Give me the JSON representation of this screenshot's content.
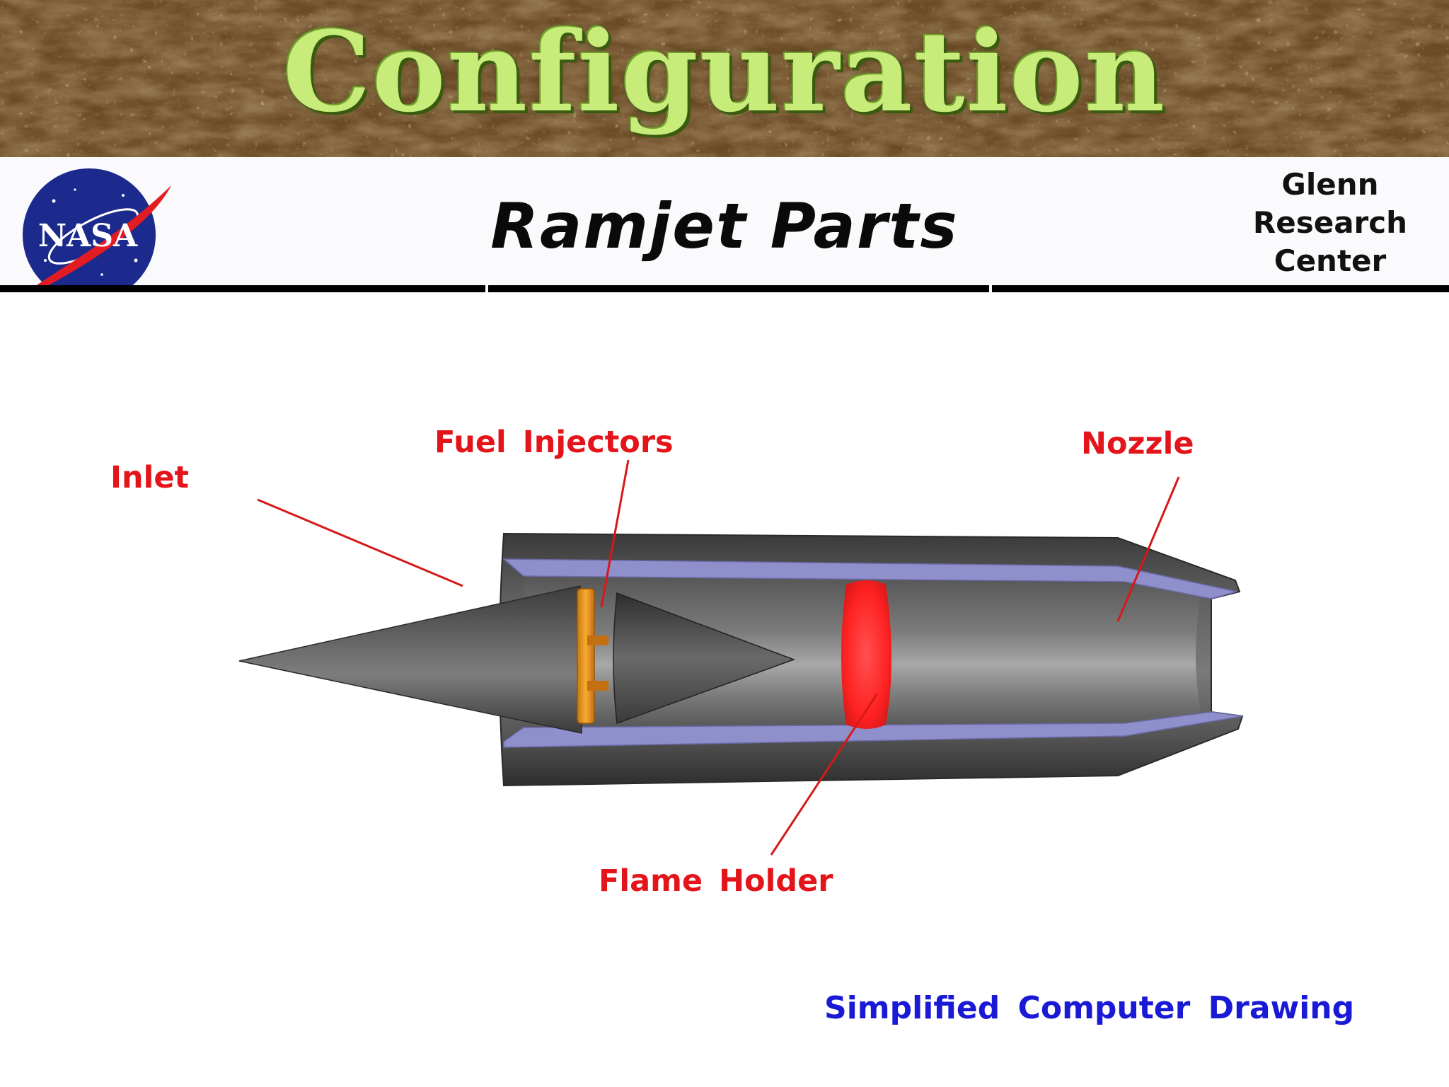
{
  "title": "Configuration",
  "header": {
    "logo_text": "NASA",
    "subtitle": "Ramjet  Parts",
    "org_lines": [
      "Glenn",
      "Research",
      "Center"
    ]
  },
  "diagram": {
    "labels": {
      "inlet": "Inlet",
      "fuel_injectors": "Fuel  Injectors",
      "nozzle": "Nozzle",
      "flame_holder": "Flame  Holder"
    },
    "caption": "Simplified  Computer  Drawing"
  },
  "colors": {
    "label": "#e3141a",
    "caption": "#1a1ad6",
    "title": "#c8ec7a",
    "engine_gray": "#5a5a5a",
    "liner_blue": "#8c8cc8",
    "injector_orange": "#f0a020",
    "flame_red": "#ff2a2a"
  }
}
